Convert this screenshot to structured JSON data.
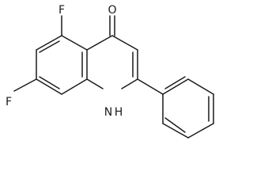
{
  "atoms": {
    "oxygen": "O",
    "fluorine_top": "F",
    "fluorine_left": "F",
    "nitrogen": "N",
    "hydrogen": "H"
  }
}
